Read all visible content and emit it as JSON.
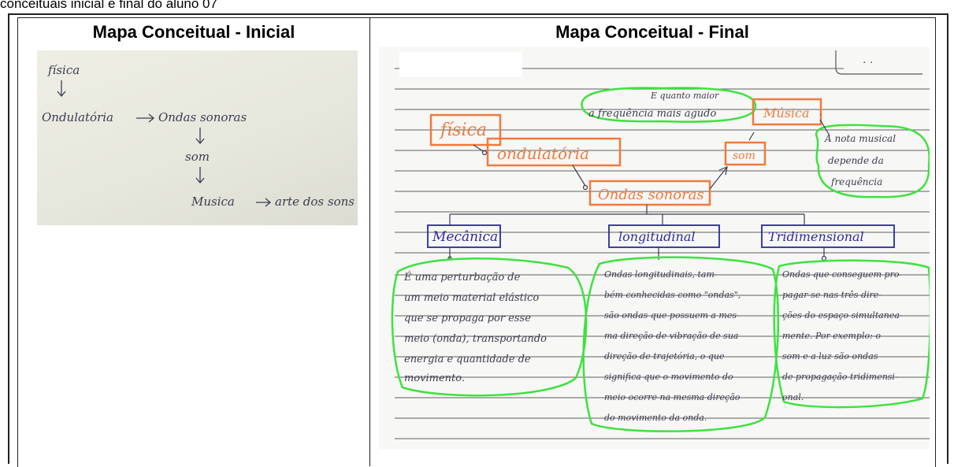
{
  "caption": "conceituais inicial e final do aluno 07",
  "table": {
    "col_initial_title": "Mapa Conceitual - Inicial",
    "col_final_title": "Mapa Conceitual - Final"
  },
  "initial_map": {
    "n_fisica": "física",
    "n_ondulatoria": "Ondulatória",
    "n_ondas_sonoras": "Ondas sonoras",
    "n_som": "som",
    "n_musica": "Musica",
    "n_arte_dos_sons": "arte dos sons"
  },
  "final_map": {
    "n_fisica": "física",
    "n_ondulatoria": "ondulatória",
    "n_ondas_sonoras": "Ondas sonoras",
    "n_som": "som",
    "n_musica": "Música",
    "link_frequencia_1": "E quanto maior",
    "link_frequencia_2": "a frequência mais agudo",
    "note_musica_1": "A nota musical",
    "note_musica_2": "depende da",
    "note_musica_3": "frequência",
    "n_mecanica": "Mecânica",
    "n_longitudinal": "longitudinal",
    "n_tridimensional": "Tridimensional",
    "def_mecanica": [
      "É uma perturbação de",
      "um meio material elástico",
      "que se propaga por esse",
      "meio (onda), transportando",
      "energia e quantidade de",
      "movimento."
    ],
    "def_longitudinal": [
      "Ondas longitudinais, tam-",
      "bém conhecidas como \"ondas\",",
      "são ondas que possuem a mes-",
      "ma direção de vibração de sua",
      "direção de trajetória, o que",
      "significa que o movimento do",
      "meio ocorre na mesma direção",
      "do movimento da onda."
    ],
    "def_tridimensional": [
      "Ondas que conseguem pro-",
      "pagar-se nas três dire-",
      "ções do espaço simultanea-",
      "mente. Por exemplo: o",
      "som e a luz são ondas",
      "de propagação tridimensi-",
      "onal."
    ]
  },
  "colors": {
    "ink": "#3c3c50",
    "orange": "#f07a3c",
    "green": "#3ee23e",
    "blue": "#2a2aa0",
    "rule": "#2d2d2d"
  }
}
